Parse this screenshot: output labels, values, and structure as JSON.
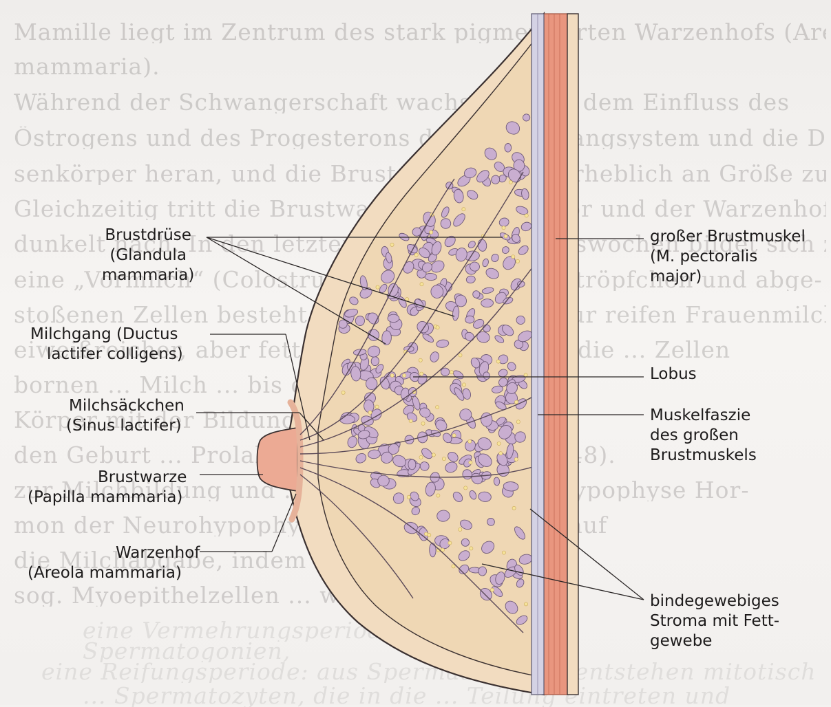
{
  "background_text": [
    "Mamille liegt im Zentrum des stark pigmentierten Warzenhofs (Areola",
    "mammaria).",
    "Während der Schwangerschaft wachsen unter dem Einfluss des",
    "Östrogens und des Progesterons das Drüsengangsystem und die Drü-",
    "senkörper heran, und die Brustdrüse nimmt erheblich an Größe zu.",
    "Gleichzeitig tritt die Brustwarze stärker hervor und der Warzenhof",
    "dunkelt nach. In den letzten Schwangerschaftswochen bildet sich zunächst",
    "eine „Vormilch“ (Colostrum), die reich an Fetttröpfchen und abge-",
    "stoßenen Zellen besteht. Sie wird innerhalb zur reifen Frauenmilch",
    "eiweißreicher, aber fettärmer ... Milchkörper, die ... Zellen",
    "bornen ... Milch ... bis der eigene",
    "Körper mit der Bildung ... Laktation ... nach",
    "den Geburt ... Prolaktin ... Hypophyse (s. S. 348).",
    "zur Milchbildung und ... den Hormonen der Hypophyse Hor-",
    "mon der Neurohypophyse ... im weiteren Verlauf",
    "die Milchabgabe, indem ... Zellen ... größer,",
    "sog. Myoepithelzellen ... werden.",
    "eine Vermehrungsperiode ...",
    "Spermatogonien,",
    "eine Reifungsperiode: aus Spermatogonien entstehen mitotisch",
    "... Spermatozyten, die in die ... Teilung eintreten und"
  ],
  "labels": {
    "brustdruese": [
      "Brustdrüse",
      "(Glandula",
      "mammaria)"
    ],
    "milchgang": [
      "Milchgang (Ductus",
      "lactifer colligens)"
    ],
    "milchsaeckchen": [
      "Milchsäckchen",
      "(Sinus lactifer)"
    ],
    "brustwarze": [
      "Brustwarze",
      "(Papilla mammaria)"
    ],
    "warzenhof": [
      "Warzenhof",
      "(Areola mammaria)"
    ],
    "brustmuskel": [
      "großer Brustmuskel",
      "(M. pectoralis",
      "major)"
    ],
    "lobus": [
      "Lobus"
    ],
    "muskelfaszie": [
      "Muskelfaszie",
      "des großen",
      "Brustmuskels"
    ],
    "stroma": [
      "bindegewebiges",
      "Stroma mit Fett-",
      "gewebe"
    ]
  },
  "colors": {
    "skin": "#f2dcc0",
    "fat": "#f0d9b8",
    "gland": "#c9aed0",
    "gland_outline": "#6f5a78",
    "muscle": "#e9967f",
    "nipple": "#ecaa94",
    "fascia": "#d4d2e4",
    "line": "#2a2626"
  }
}
